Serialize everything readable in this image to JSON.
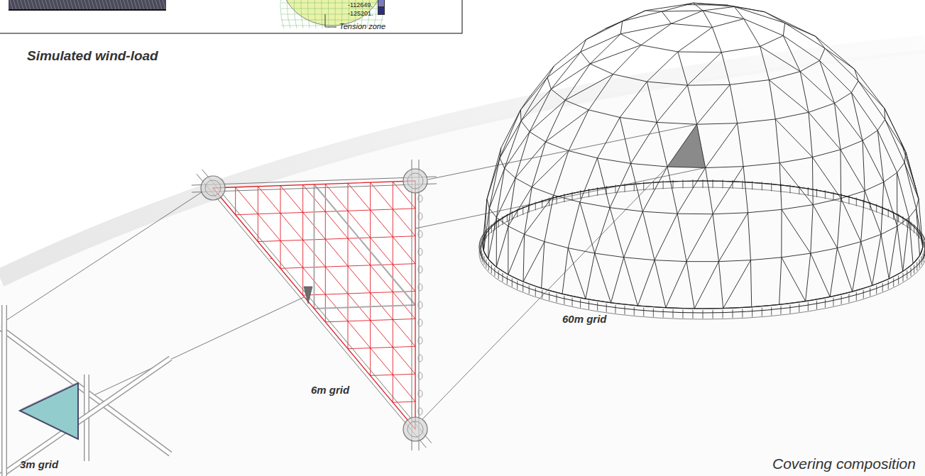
{
  "diagram": {
    "caption": "Covering composition",
    "labels": [
      "Simulated wind-load",
      "Tension zone",
      "60m grid",
      "6m grid",
      "3m grid"
    ],
    "legend": [
      {
        "text": "-112649.",
        "color": "#7b7bc0"
      },
      {
        "text": "-125201.",
        "color": "#2f2f7d"
      }
    ]
  }
}
